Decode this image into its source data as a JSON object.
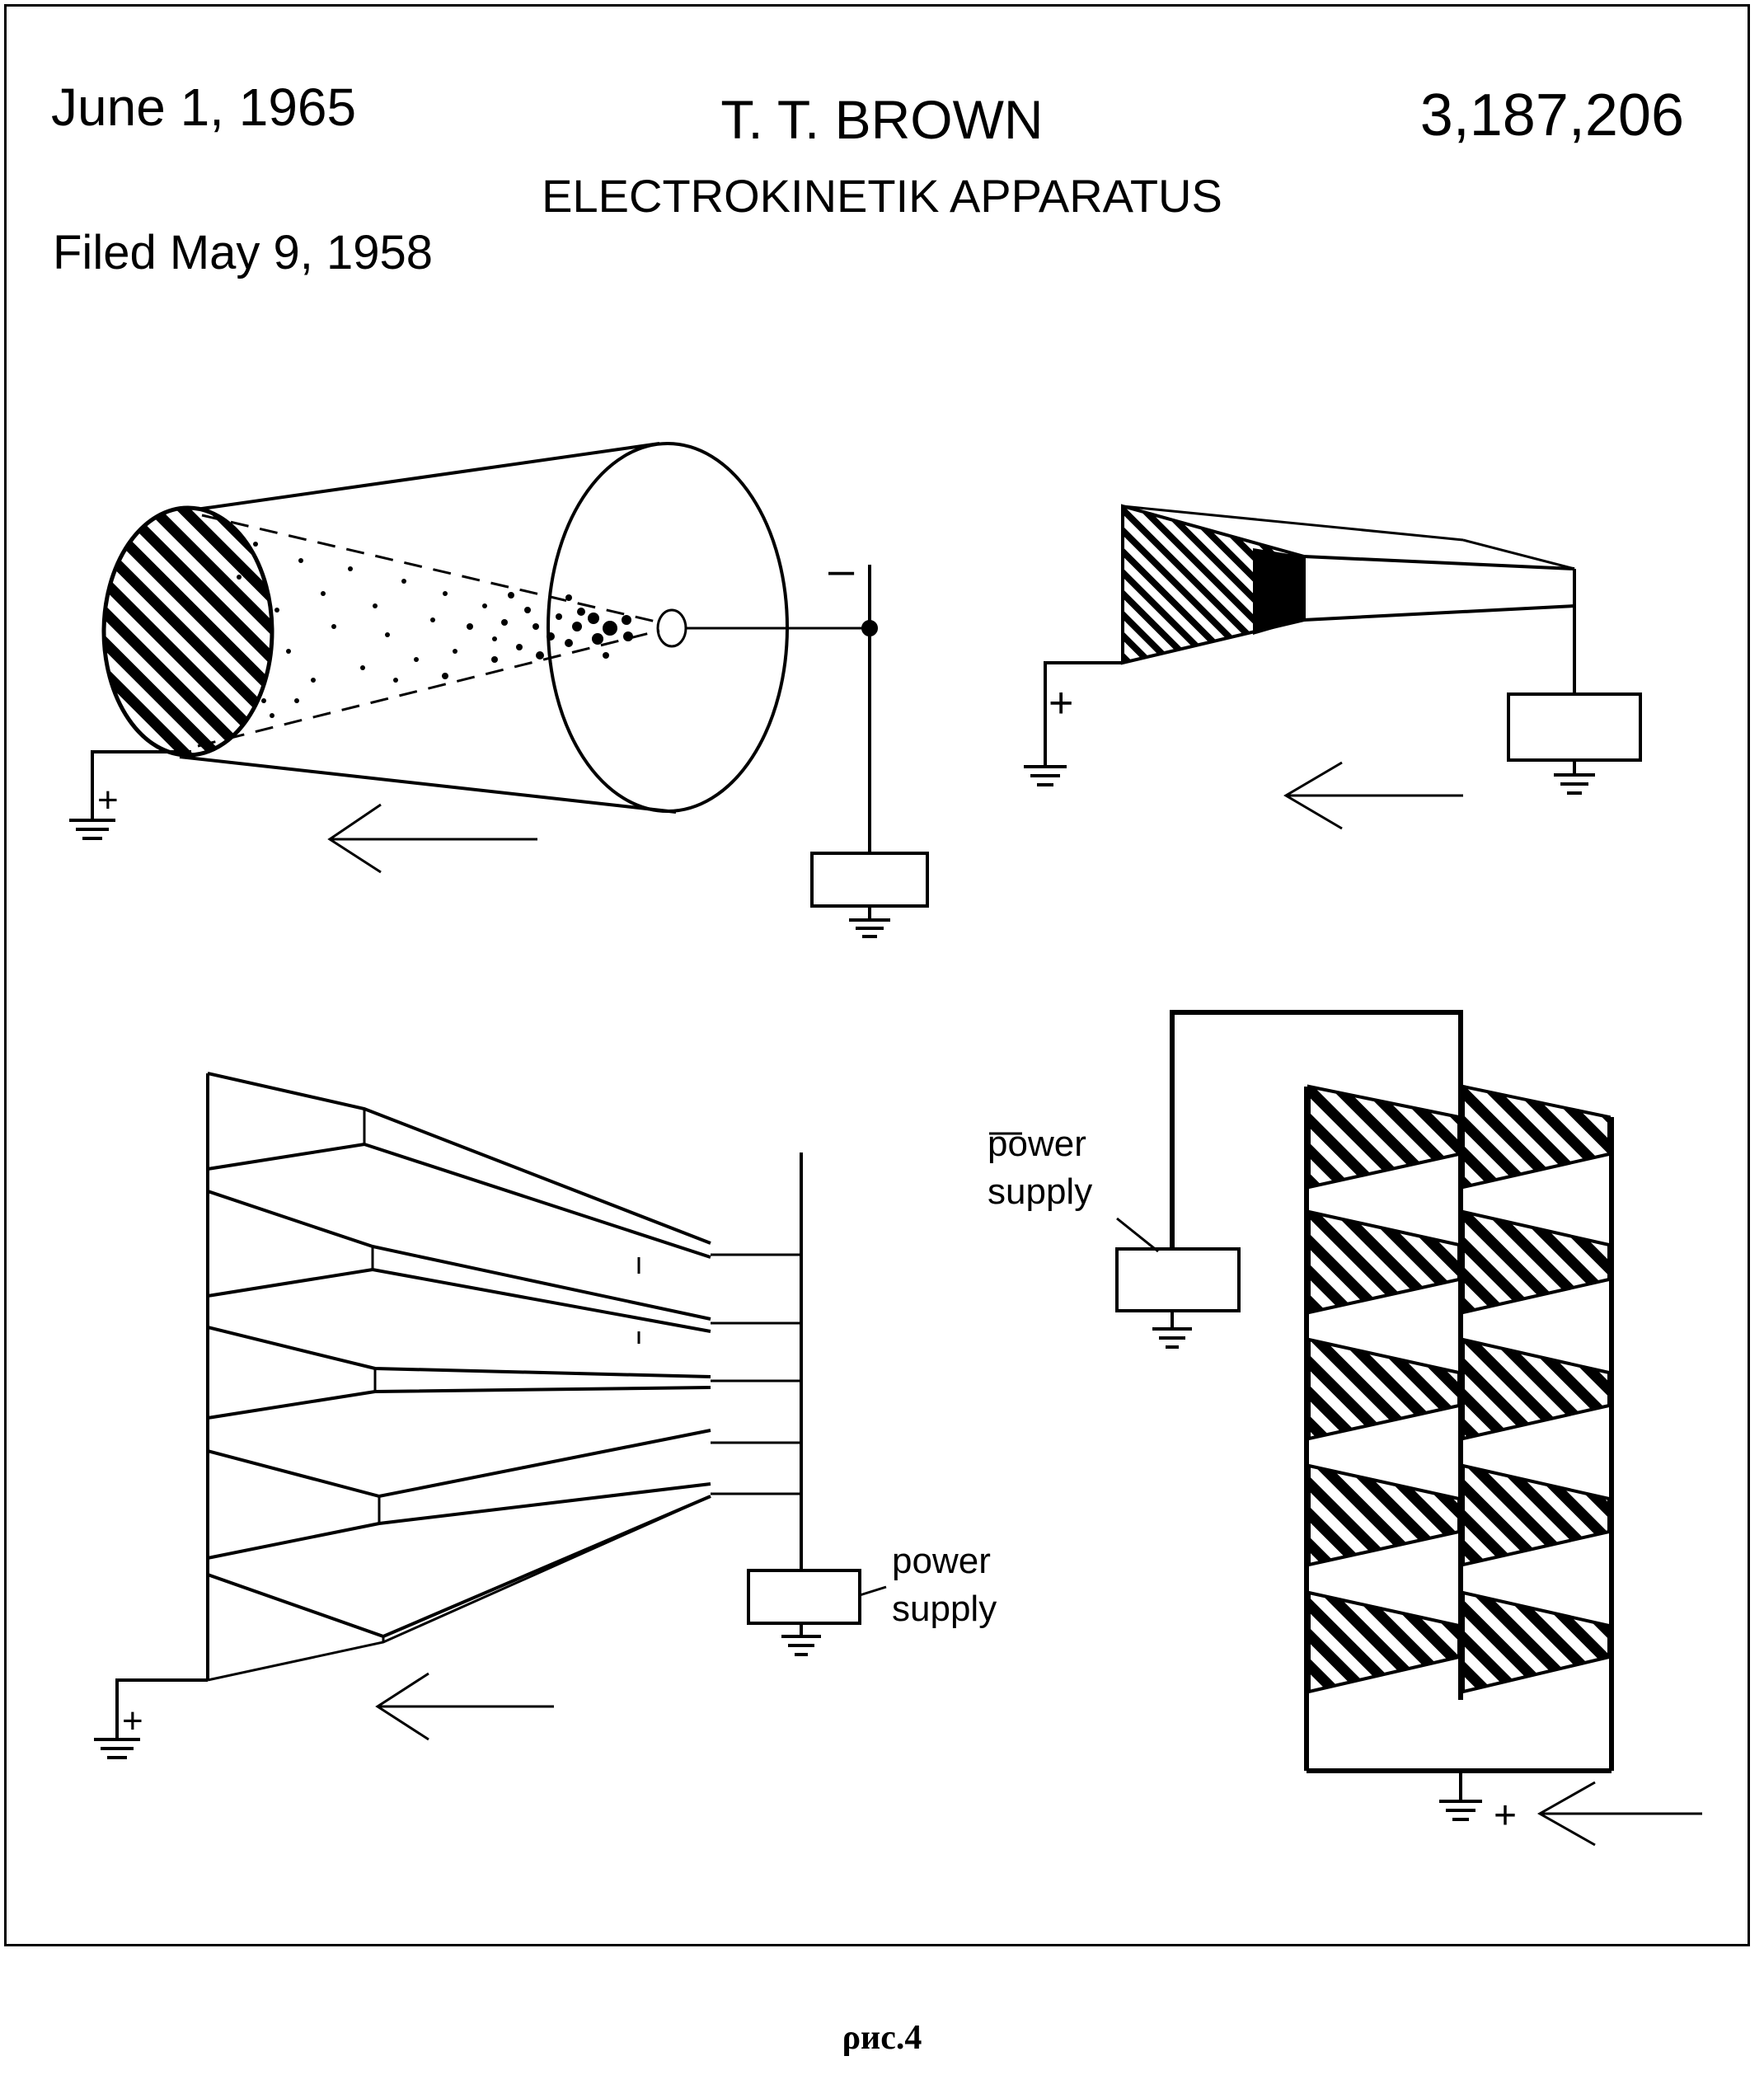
{
  "header": {
    "date": "June 1, 1965",
    "inventor": "T. T. BROWN",
    "patent_number": "3,187,206",
    "title": "ELECTROKINETIK APPARATUS",
    "filed": "Filed May 9, 1958"
  },
  "figure_top_left": {
    "minus_sign": "–",
    "plus_sign": "+"
  },
  "figure_top_right": {
    "plus_sign": "+"
  },
  "figure_bottom_left": {
    "power_label_1": "power",
    "power_label_2": "supply",
    "plus_sign": "+"
  },
  "figure_bottom_right": {
    "power_label_1": "power",
    "power_label_2": "supply",
    "plus_sign": "+"
  },
  "caption": "ρис.4"
}
